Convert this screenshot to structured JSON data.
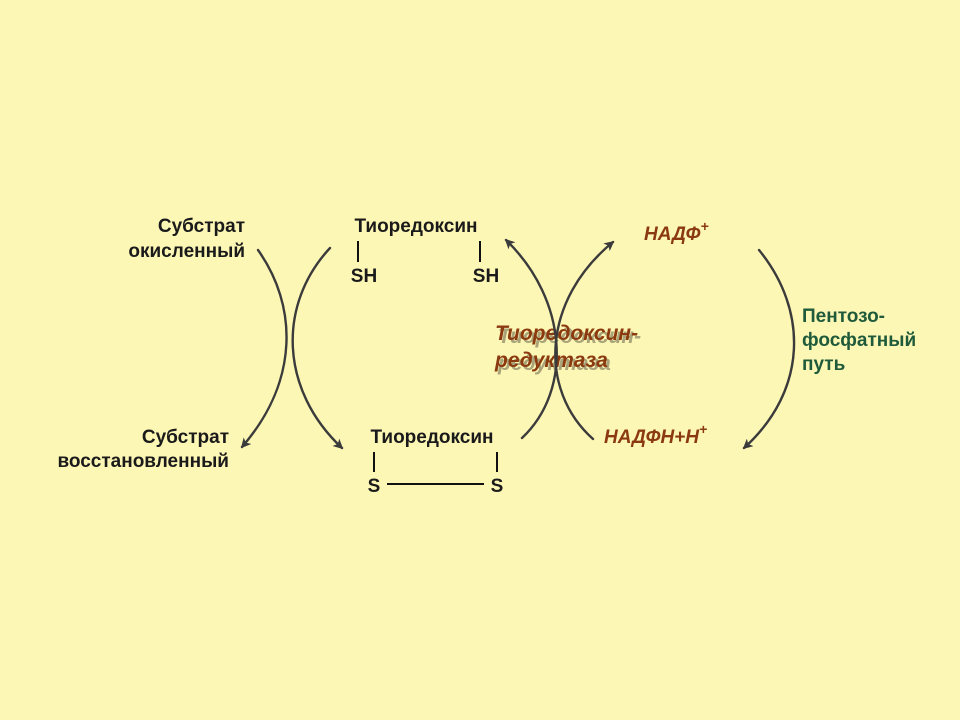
{
  "substrate_oxidized": {
    "line1": "Субстрат",
    "line2": "окисленный"
  },
  "substrate_reduced": {
    "line1": "Субстрат",
    "line2": "восстановленный"
  },
  "thioredoxin_reduced": {
    "name": "Тиоредоксин",
    "sh_left": "SH",
    "sh_right": "SH"
  },
  "thioredoxin_oxidized": {
    "name": "Тиоредоксин",
    "s_left": "S",
    "s_right": "S"
  },
  "enzyme": {
    "line1": "Тиоредоксин-",
    "line2": "редуктаза"
  },
  "nadp": {
    "text": "НАДФ",
    "sup": "+"
  },
  "nadph": {
    "text": "НАДФН+Н",
    "sup": "+"
  },
  "pathway": {
    "line1": "Пентозо-",
    "line2": "фосфатный",
    "line3": "путь"
  },
  "colors": {
    "background": "#fdf7b6",
    "label_black": "#1a1a1a",
    "label_brown": "#8b3a10",
    "label_green": "#1f5a3a",
    "arrow": "#3b3b3b"
  }
}
